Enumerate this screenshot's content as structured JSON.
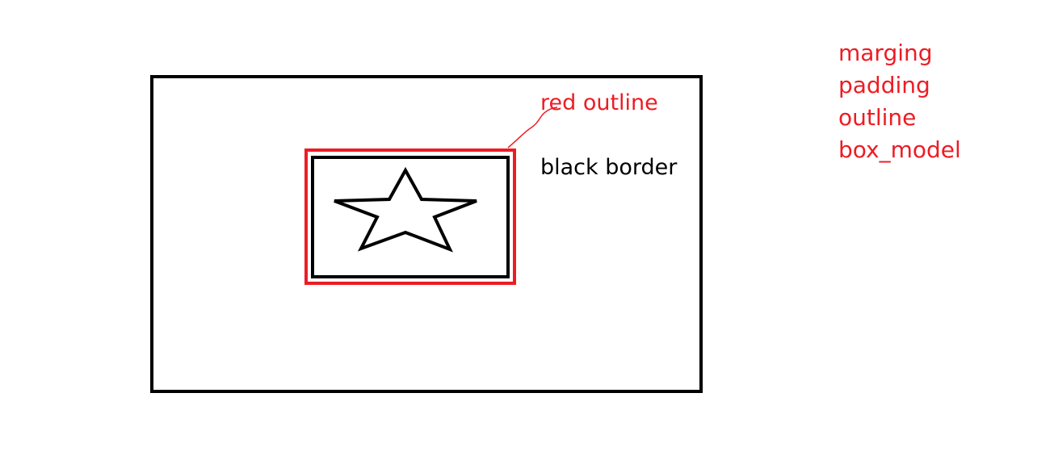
{
  "labels": {
    "red_outline": "red outline",
    "black_border": "black border"
  },
  "notes": [
    "marging",
    "padding",
    "outline",
    "box_model"
  ],
  "colors": {
    "black": "#000000",
    "red": "#ed1c24",
    "background": "#ffffff"
  },
  "icons": {
    "star": "star-icon"
  }
}
